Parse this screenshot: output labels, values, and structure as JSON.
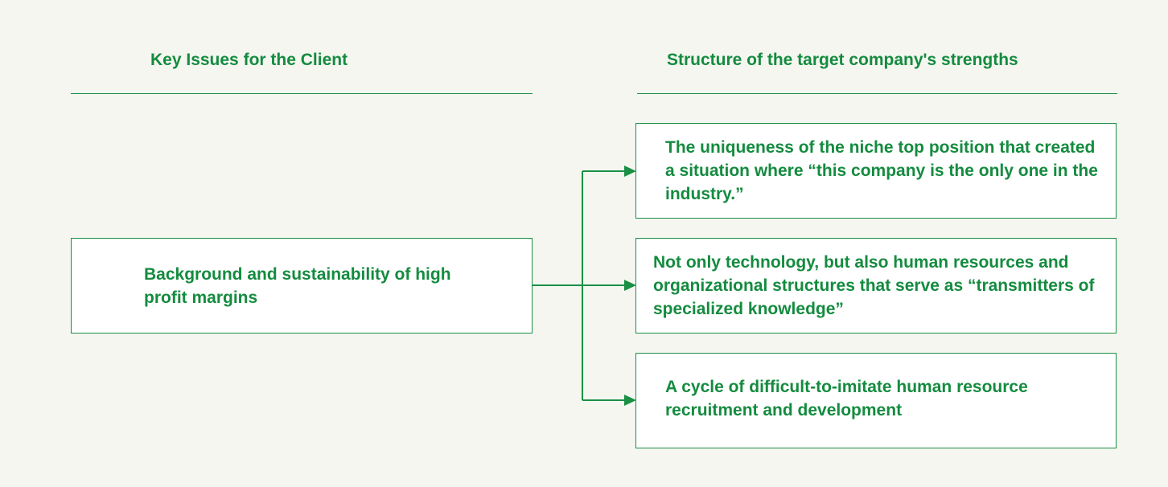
{
  "colors": {
    "background": "#f5f6f0",
    "accent": "#148b3f",
    "box_fill": "#ffffff"
  },
  "left": {
    "heading": "Key Issues for the Client",
    "box_text": "Background and sustainability of high profit margins"
  },
  "right": {
    "heading": "Structure of the target company's strengths",
    "boxes": [
      {
        "text": "The uniqueness of the niche top position that created a situation where “this company is the only one in the industry.”"
      },
      {
        "text": "Not only technology, but also human resources and organizational structures that serve as “transmitters of specialized knowledge”"
      },
      {
        "text": "A cycle of difficult-to-imitate human resource recruitment and development"
      }
    ]
  }
}
